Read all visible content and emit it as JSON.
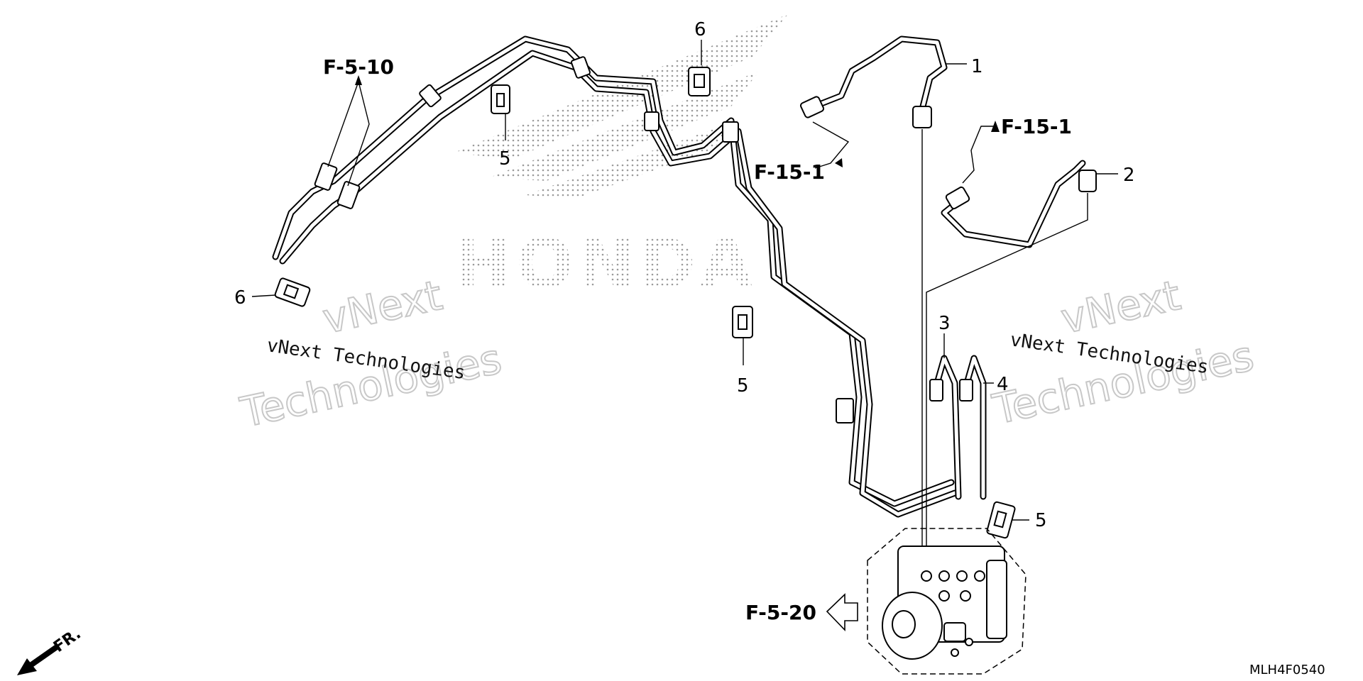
{
  "callouts": {
    "c1": "1",
    "c2": "2",
    "c3": "3",
    "c4": "4",
    "c5a": "5",
    "c5b": "5",
    "c5c": "5",
    "c6a": "6",
    "c6b": "6"
  },
  "refs": {
    "f5_10": "F-5-10",
    "f15_1_a": "F-15-1",
    "f15_1_b": "F-15-1",
    "f5_20": "F-5-20"
  },
  "watermarks": {
    "vnext_left_outline": "vNext",
    "technologies_left_outline": "Technologies",
    "vnext_left_text": "vNext Technologies",
    "vnext_right_outline": "vNext",
    "technologies_right_outline": "Technologies",
    "vnext_right_text": "vNext Technologies",
    "honda": "HONDA"
  },
  "direction_label": "FR.",
  "diagram_code": "MLH4F0540"
}
